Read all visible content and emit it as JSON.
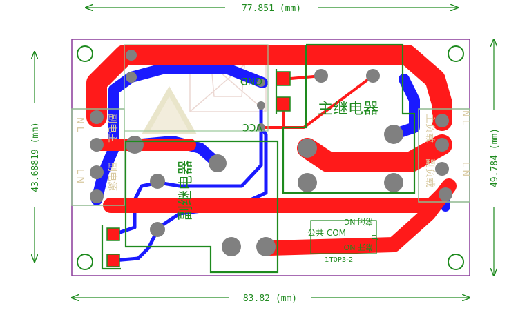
{
  "dimensions": {
    "top": "77.851 (mm)",
    "bottom": "83.82 (mm)",
    "left": "43.68819 (mm)",
    "right": "49.784 (mm)"
  },
  "labels": {
    "gnd": "GND",
    "vcc": "VCC",
    "main_relay": "主继电器",
    "sub_relay": "副继电器",
    "left_term_top": "N L",
    "left_term_bottom": "L N",
    "right_term_top": "N L",
    "right_term_bottom": "L N",
    "left_cn_top": "副电主",
    "left_cn_bottom": "副电源",
    "right_cn_top": "主负载",
    "right_cn_bottom": "副负载",
    "nc": "常闭 NC",
    "com": "公共 COM",
    "no": "常开 NO",
    "jumper": "J1",
    "footprint": "1T0P3-2"
  },
  "colors": {
    "board_outline": "#8a3a9a",
    "silkscreen": "#1e8a1e",
    "top_copper": "#ff1a1a",
    "bottom_copper": "#1a1aff",
    "pad": "#808080",
    "dimension": "#1e8a1e"
  }
}
